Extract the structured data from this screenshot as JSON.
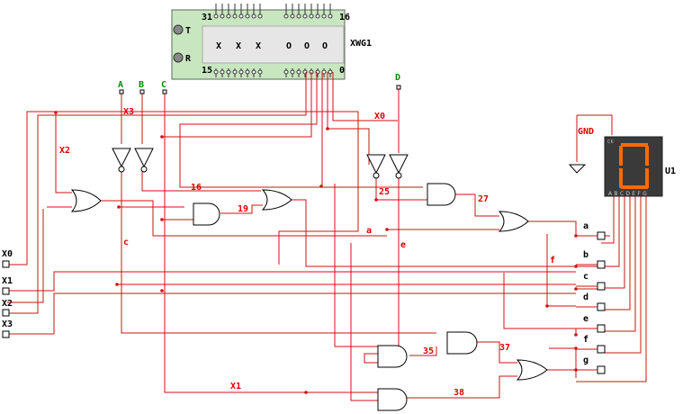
{
  "word_generator": {
    "name": "XWG1",
    "trigger_pin": "T",
    "ready_pin": "R",
    "display_left": [
      "X",
      "X",
      "X"
    ],
    "display_right": [
      "O",
      "O",
      "O"
    ],
    "pin_top_left": "31",
    "pin_top_right": "16",
    "pin_bottom_left": "15",
    "pin_bottom_right": "0"
  },
  "inputs_top": [
    "A",
    "B",
    "C",
    "D"
  ],
  "inputs_left": [
    "X0",
    "X1",
    "X2",
    "X3"
  ],
  "wire_labels": {
    "x3": "X3",
    "x2": "X2",
    "x0": "X0",
    "x1": "X1",
    "n16": "16",
    "n19": "19",
    "n25": "25",
    "n27": "27",
    "n35": "35",
    "n37": "37",
    "n38": "38",
    "a": "a",
    "c": "c",
    "e": "e",
    "f": "f"
  },
  "seg_outputs": [
    "a",
    "b",
    "c",
    "d",
    "e",
    "f",
    "g"
  ],
  "display": {
    "name": "U1",
    "digit": "0",
    "pins": "A B C D E F G",
    "ck": "CK",
    "ground": "GND"
  },
  "colors": {
    "wire": "#d01010",
    "wg_body": "#c8e6c0",
    "input_label": "#0a8a0a",
    "segment": "#ff6a00",
    "display_body": "#3a3a3a"
  }
}
